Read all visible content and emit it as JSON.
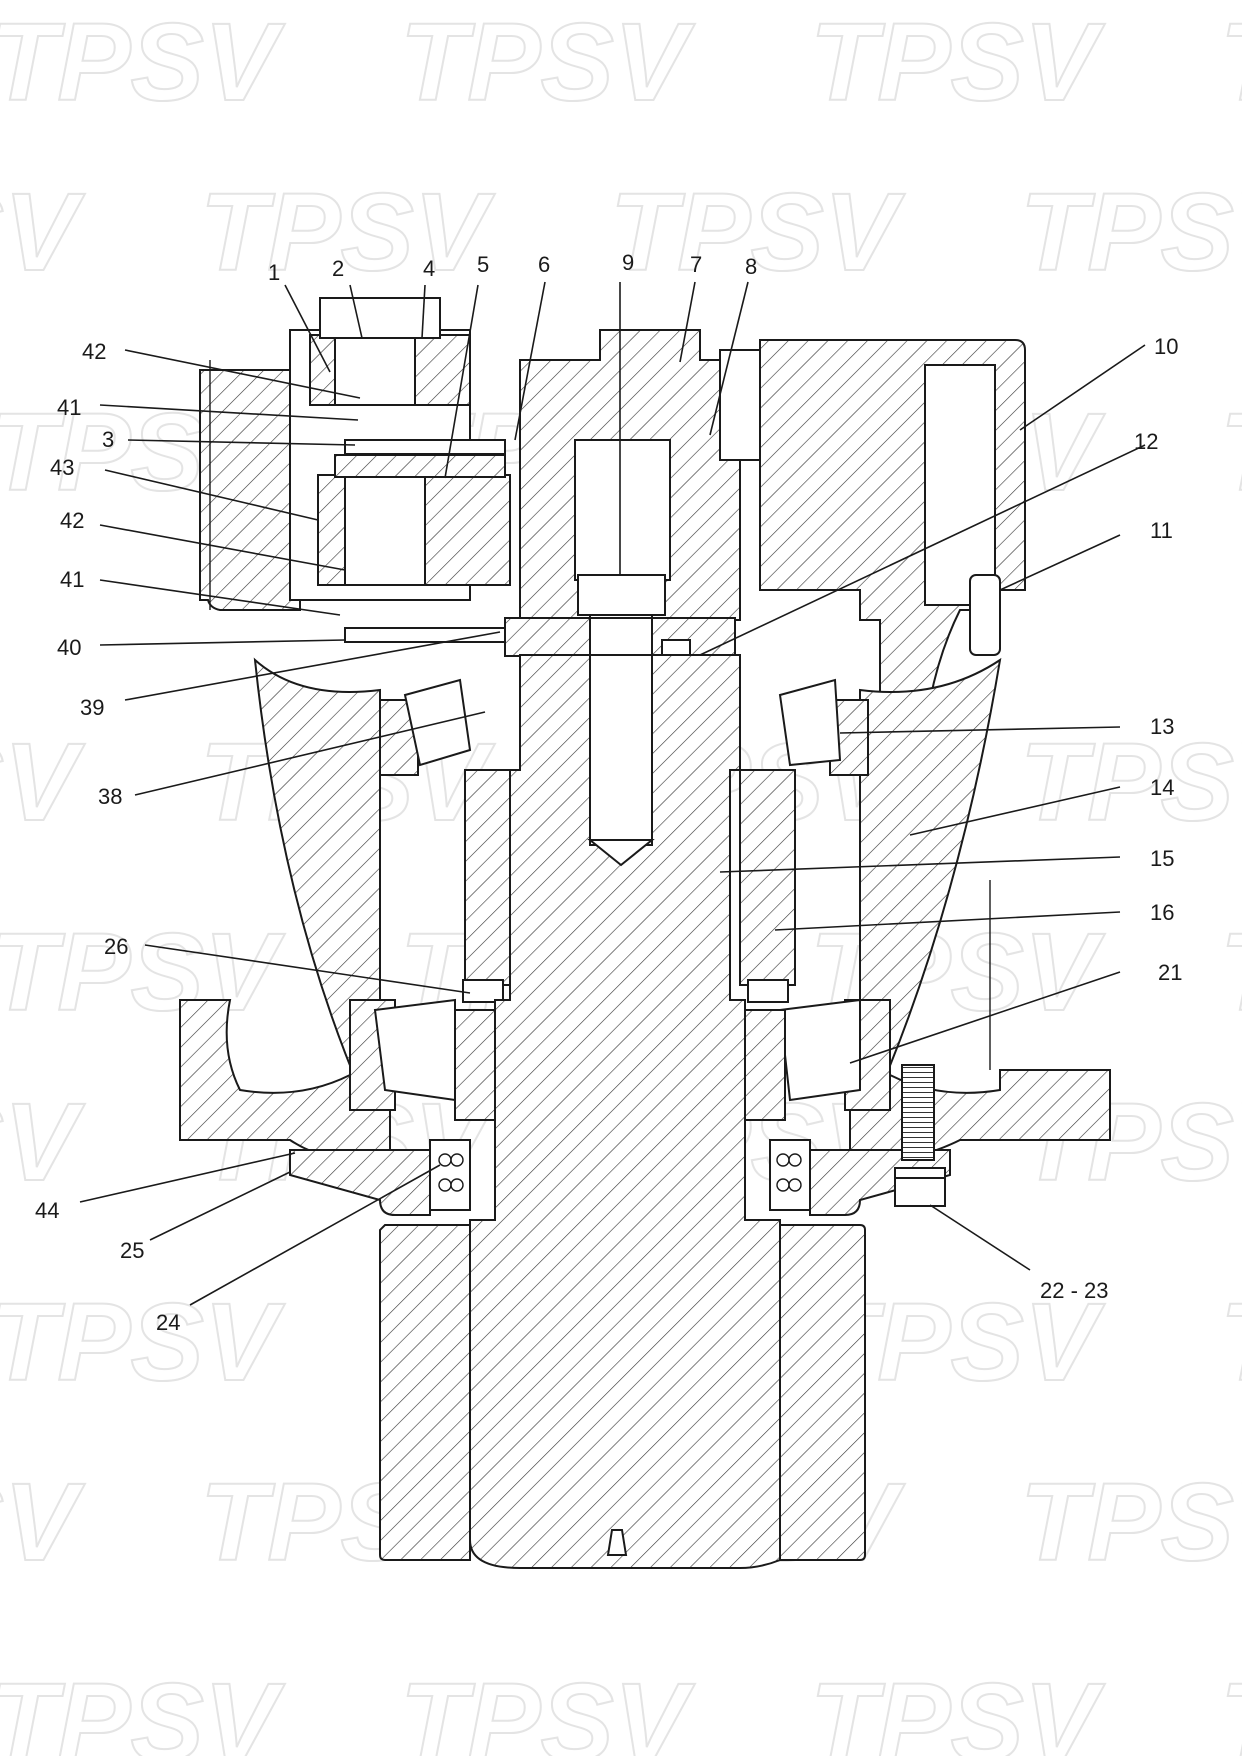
{
  "watermark": {
    "text": "TPSV",
    "color": "#e4e4e4"
  },
  "labels": {
    "l1": "1",
    "l2": "2",
    "l4": "4",
    "l5": "5",
    "l6": "6",
    "l9": "9",
    "l7": "7",
    "l8": "8",
    "l10": "10",
    "l12": "12",
    "l11": "11",
    "l13": "13",
    "l14": "14",
    "l15": "15",
    "l16": "16",
    "l21": "21",
    "l22_23": "22 - 23",
    "l42a": "42",
    "l41a": "41",
    "l3": "3",
    "l43": "43",
    "l42b": "42",
    "l41b": "41",
    "l40": "40",
    "l39": "39",
    "l38": "38",
    "l26": "26",
    "l44": "44",
    "l25": "25",
    "l24": "24"
  }
}
